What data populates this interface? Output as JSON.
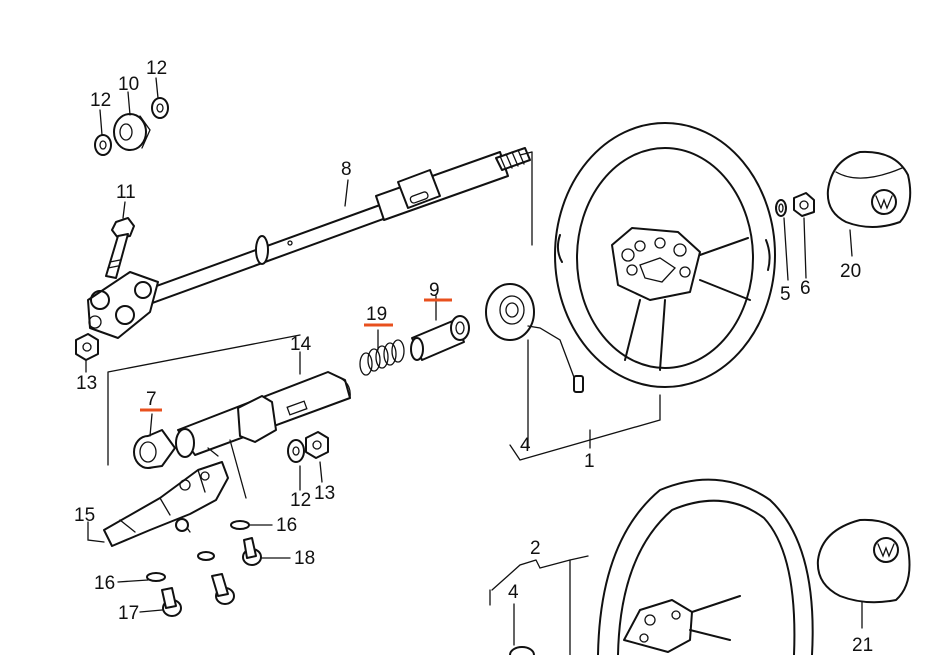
{
  "labels": {
    "l1": "1",
    "l2": "2",
    "l4a": "4",
    "l4b": "4",
    "l5": "5",
    "l6": "6",
    "l7": "7",
    "l8": "8",
    "l9": "9",
    "l10": "10",
    "l11": "11",
    "l12a": "12",
    "l12b": "12",
    "l12c": "12",
    "l13a": "13",
    "l13b": "13",
    "l14": "14",
    "l15": "15",
    "l16a": "16",
    "l16b": "16",
    "l17": "17",
    "l18": "18",
    "l19": "19",
    "l20": "20",
    "l21": "21"
  },
  "highlighted_parts": [
    "7",
    "9",
    "19"
  ],
  "highlight_color": "#e8501e",
  "line_color": "#111111"
}
